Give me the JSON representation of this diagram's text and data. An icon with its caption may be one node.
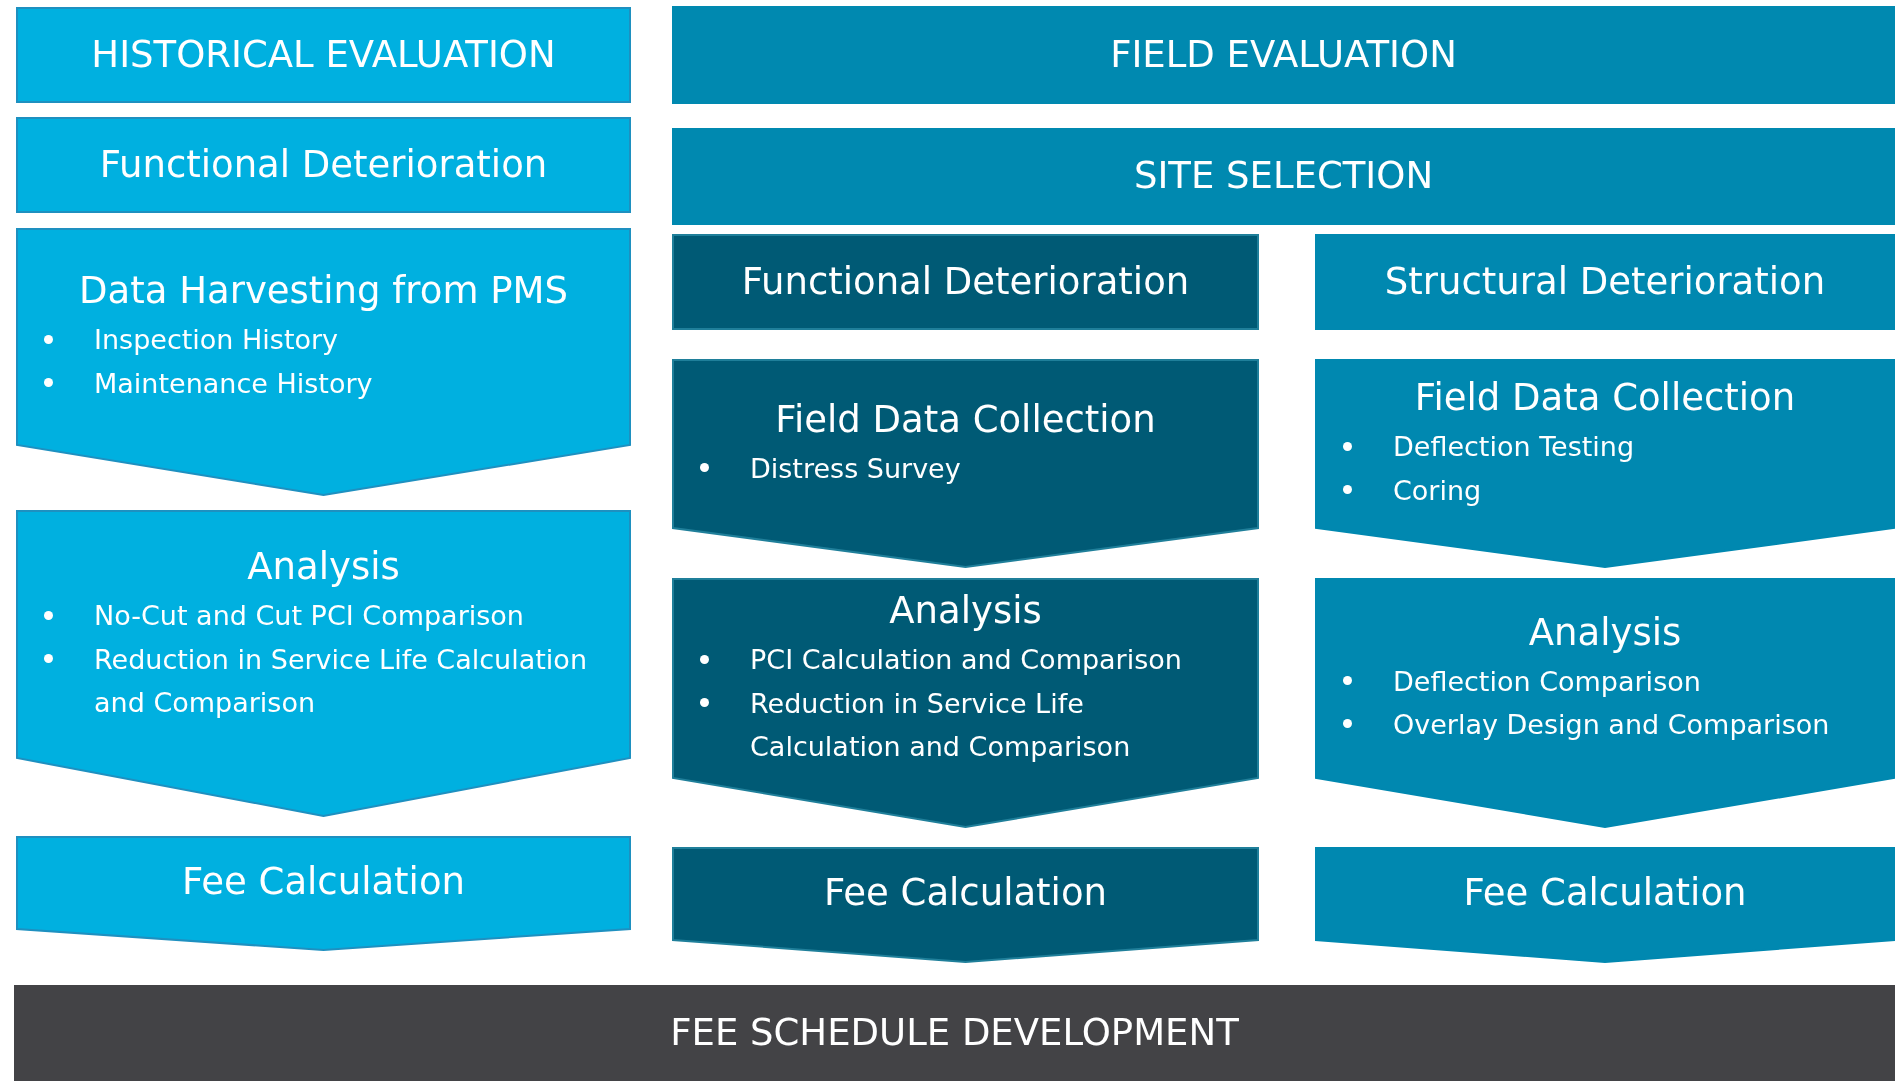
{
  "diagram": {
    "nodes": [
      {
        "text": [
          "HISTORICAL EVALUATION"
        ]
      },
      {
        "text": [
          "Functional Deterioration"
        ]
      },
      {
        "text": [
          "Data Harvesting from PMS",
          "Inspection History",
          "Maintenance History"
        ]
      },
      {
        "text": [
          "Analysis",
          "No-Cut and Cut PCI Comparison",
          "Reduction in Service Life Calculation and Comparison"
        ]
      },
      {
        "text": [
          "Fee Calculation"
        ]
      },
      {
        "text": [
          "FIELD EVALUATION"
        ]
      },
      {
        "text": [
          "SITE SELECTION"
        ]
      },
      {
        "text": [
          "Functional Deterioration"
        ]
      },
      {
        "text": [
          "Structural Deterioration"
        ]
      },
      {
        "text": [
          "Field Data Collection",
          "Distress Survey"
        ]
      },
      {
        "text": [
          "Field Data Collection",
          "Deflection Testing",
          "Coring"
        ]
      },
      {
        "text": [
          "Analysis",
          "PCI Calculation and Comparison",
          "Reduction in Service Life Calculation and Comparison"
        ]
      },
      {
        "text": [
          "Analysis",
          "Deflection Comparison",
          "Overlay Design and Comparison"
        ]
      },
      {
        "text": [
          "Fee Calculation"
        ]
      },
      {
        "text": [
          "Fee Calculation"
        ]
      },
      {
        "text": [
          "FEE SCHEDULE DEVELOPMENT"
        ]
      }
    ]
  }
}
